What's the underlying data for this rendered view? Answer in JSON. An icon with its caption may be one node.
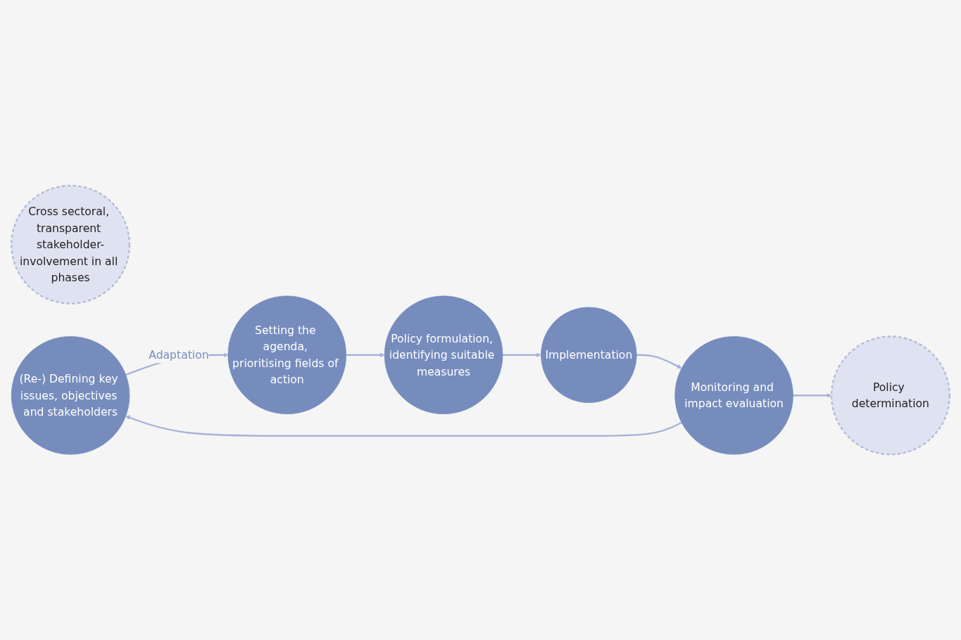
{
  "diagram": {
    "nodes": [
      {
        "text": [
          "Policy determination"
        ]
      },
      {
        "text": [
          "Cross sectoral, transparent stakeholder-involvement in all phases"
        ]
      },
      {
        "text": [
          "(Re-) Defining key issues, objectives and stakeholders"
        ]
      },
      {
        "text": [
          "Setting the agenda, prioritising fields of action"
        ]
      },
      {
        "text": [
          "Policy formulation, identifying suitable measures"
        ]
      },
      {
        "text": [
          "Implementation"
        ]
      },
      {
        "text": [
          "Monitoring and impact evaluation"
        ]
      }
    ],
    "edges": [
      {
        "from": 2,
        "to": 3,
        "arrow": "to",
        "label": "Adaptation"
      },
      {
        "from": 3,
        "to": 4,
        "arrow": "to"
      },
      {
        "from": 4,
        "to": 5,
        "arrow": "to"
      },
      {
        "from": 5,
        "to": 6,
        "arrow": "to"
      },
      {
        "from": 6,
        "to": 2,
        "arrow": "to"
      },
      {
        "from": 6,
        "to": 0,
        "arrow": "to"
      }
    ]
  }
}
